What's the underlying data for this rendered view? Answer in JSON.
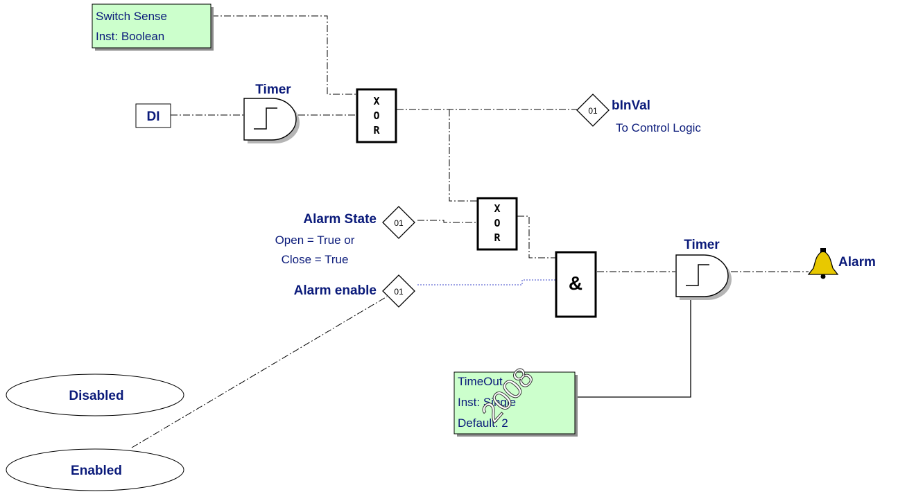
{
  "switch_sense": {
    "line1": "Switch Sense",
    "line2": "Inst: Boolean"
  },
  "di": {
    "label": "DI"
  },
  "timer1": {
    "title": "Timer"
  },
  "timer2": {
    "title": "Timer"
  },
  "xor1": {
    "letters": [
      "X",
      "O",
      "R"
    ]
  },
  "xor2": {
    "letters": [
      "X",
      "O",
      "R"
    ]
  },
  "and_gate": {
    "symbol": "&"
  },
  "binval": {
    "label": "bInVal",
    "sublabel": "To Control Logic",
    "badge": "01"
  },
  "alarm_state": {
    "label": "Alarm State",
    "line1": "Open = True or",
    "line2": "Close = True",
    "badge": "01"
  },
  "alarm_enable": {
    "label": "Alarm enable",
    "badge": "01"
  },
  "alarm": {
    "label": "Alarm",
    "icon": "bell-icon",
    "color": "#e8c800"
  },
  "timeout": {
    "line1": "TimeOut",
    "line2": "Inst: Single",
    "line3": "Default: 2"
  },
  "options": {
    "disabled": "Disabled",
    "enabled": "Enabled"
  },
  "watermark": "2008",
  "colors": {
    "text": "#0a1a7a",
    "box_fill": "#ccffcc",
    "wire_blue": "#3b46c8"
  }
}
